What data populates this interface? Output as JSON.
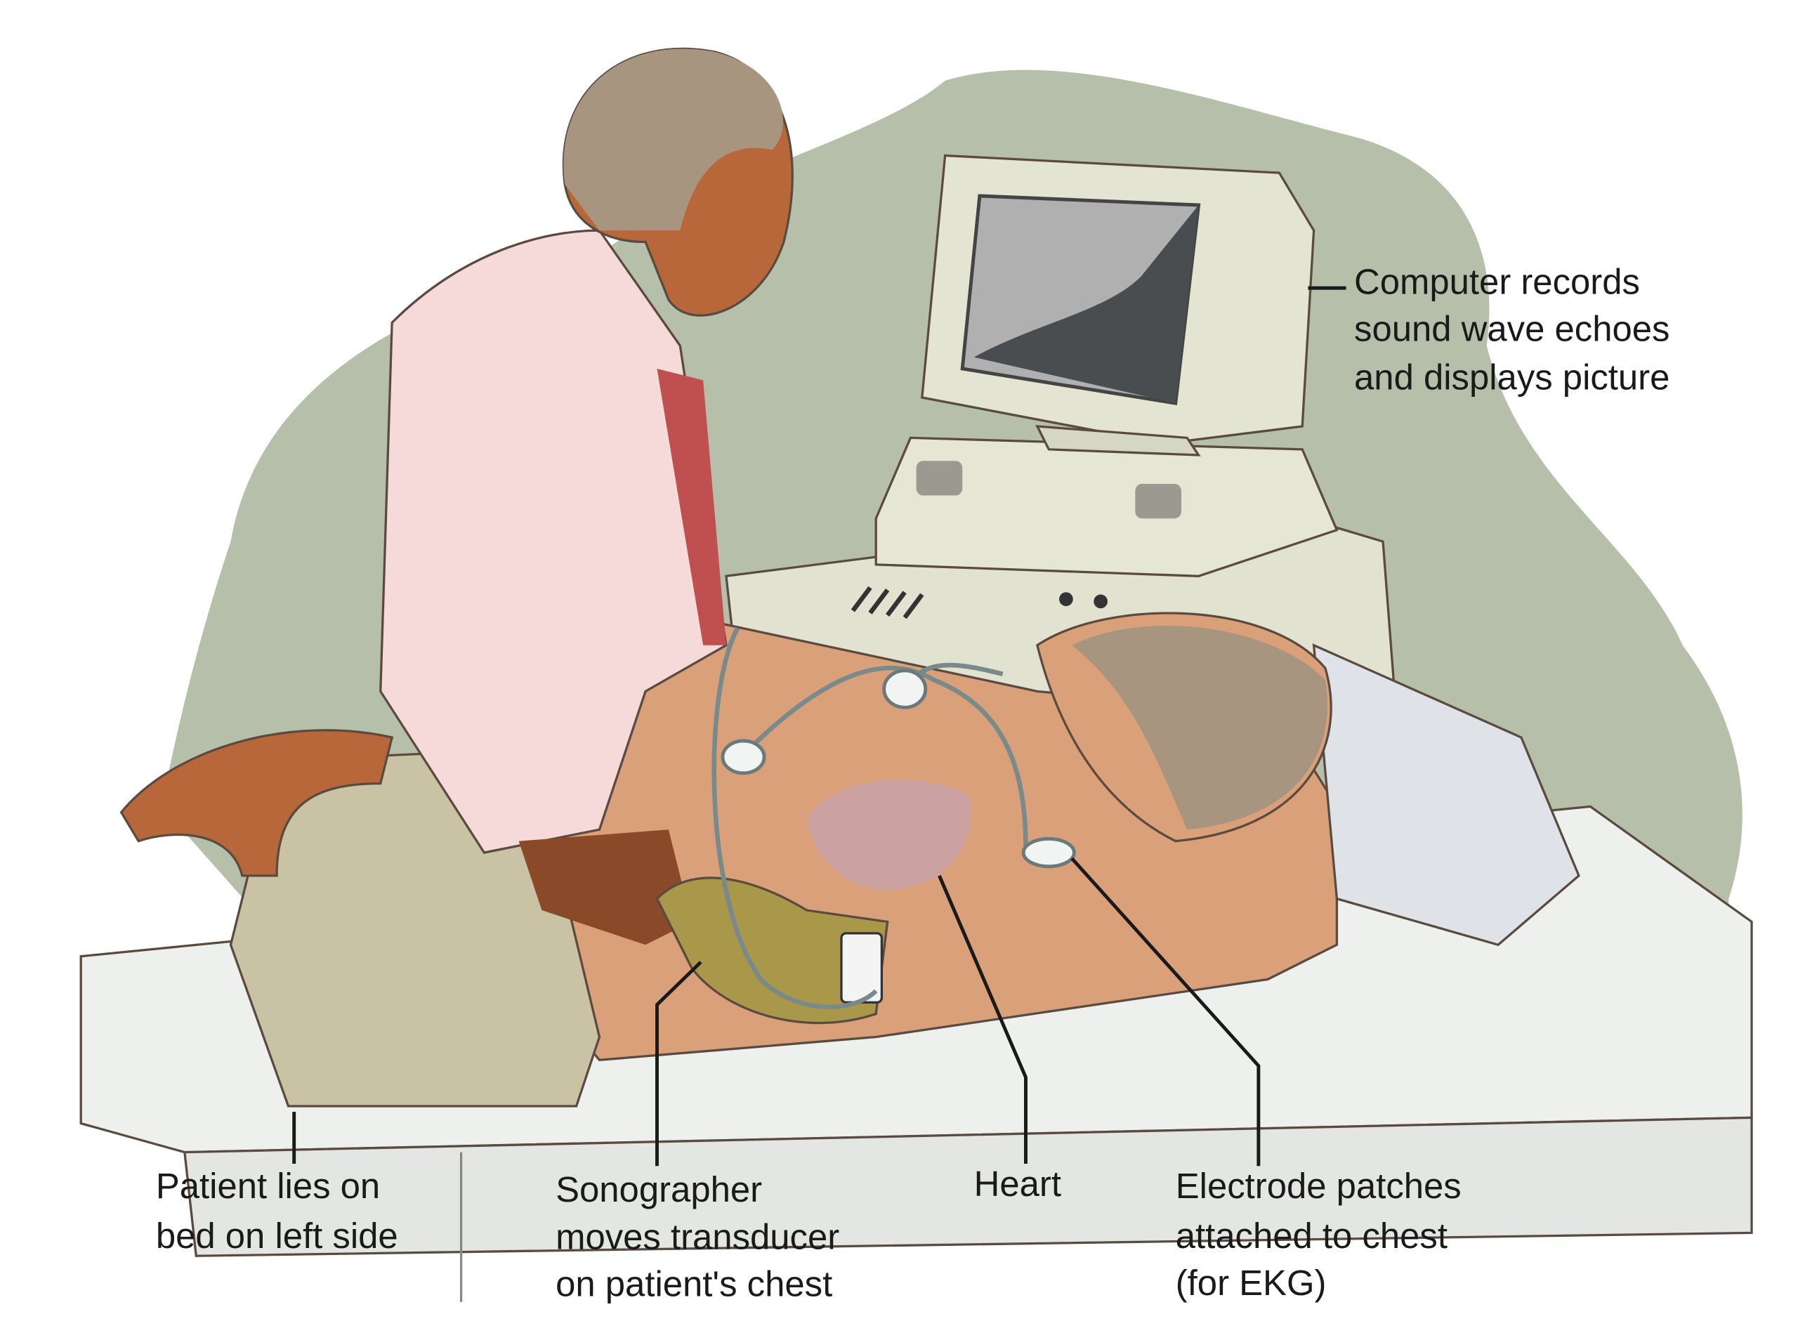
{
  "labels": {
    "computer": [
      "Computer records",
      "sound wave echoes",
      "and displays picture"
    ],
    "patient": [
      "Patient lies on",
      "bed on left side"
    ],
    "sonographer": [
      "Sonographer",
      "moves transducer",
      "on patient's chest"
    ],
    "heart": [
      "Heart"
    ],
    "electrodes": [
      "Electrode patches",
      "attached to chest",
      "(for EKG)"
    ]
  },
  "colors": {
    "background_blob": "#b6bfa9",
    "skin": "#d9a07a",
    "shirt": "#f6d9d9",
    "equipment": "#e2e2d0",
    "bed": "#ecedeb",
    "pants": "#c9c2a4"
  }
}
